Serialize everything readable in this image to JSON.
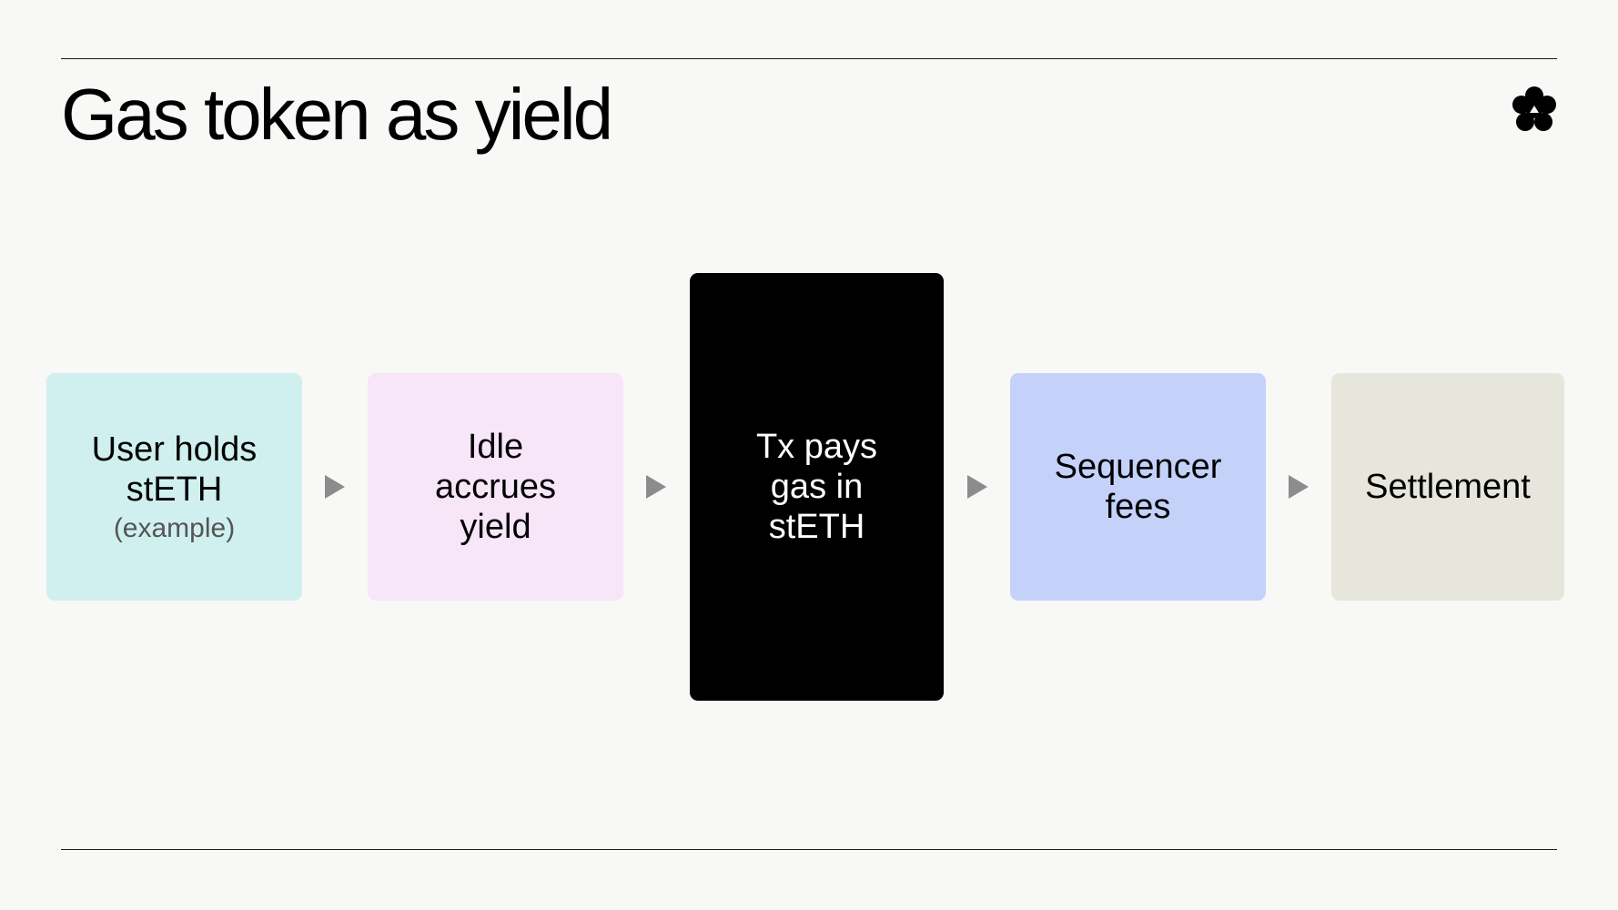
{
  "slide": {
    "title": "Gas token as yield",
    "logo_icon": "flower-logo-icon"
  },
  "flow": {
    "steps": [
      {
        "label": "User holds stETH",
        "note": "(example)",
        "color": "#d0f0f0"
      },
      {
        "label": "Idle accrues yield",
        "color": "#f6e6f8"
      },
      {
        "label": "Tx pays gas in stETH",
        "color": "#000000",
        "text_color": "#ffffff"
      },
      {
        "label": "Sequencer fees",
        "color": "#c4d2fa"
      },
      {
        "label": "Settlement",
        "color": "#e6e6dc"
      }
    ],
    "connector_icon": "arrow-right-icon",
    "connector_color": "#8c8c8c"
  }
}
